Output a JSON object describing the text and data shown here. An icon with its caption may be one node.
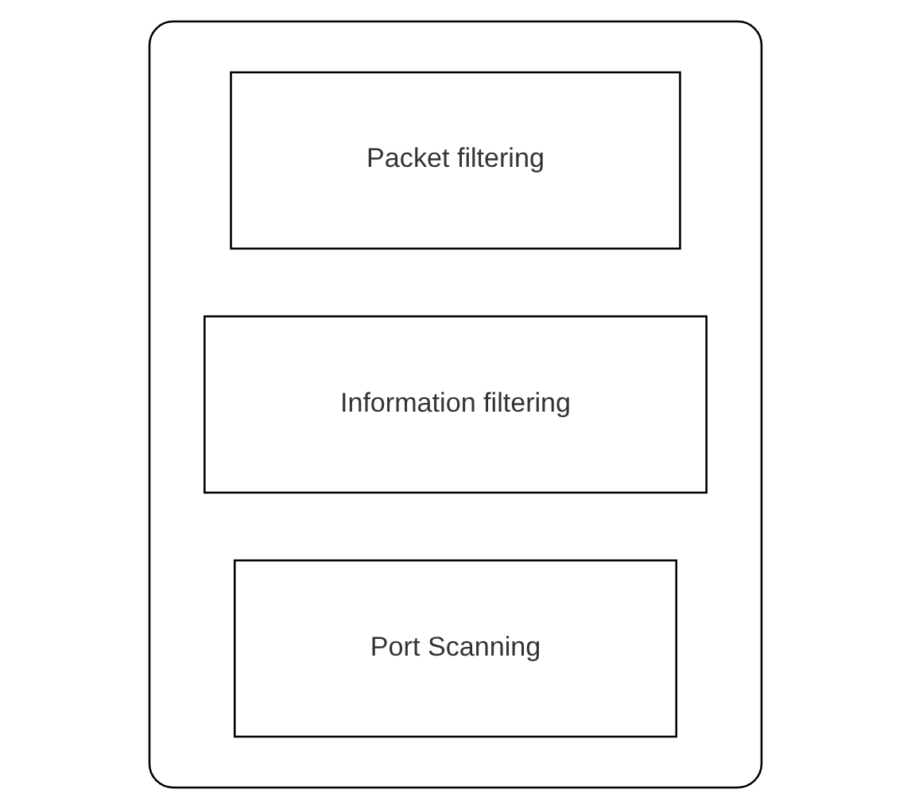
{
  "diagram": {
    "nodes": [
      {
        "text": [],
        "shape": "box"
      },
      {
        "text": [
          "Packet filtering"
        ],
        "in": 0
      },
      {
        "text": [
          "Information filtering"
        ],
        "in": 0
      },
      {
        "text": [
          "Port Scanning"
        ],
        "in": 0
      }
    ]
  }
}
